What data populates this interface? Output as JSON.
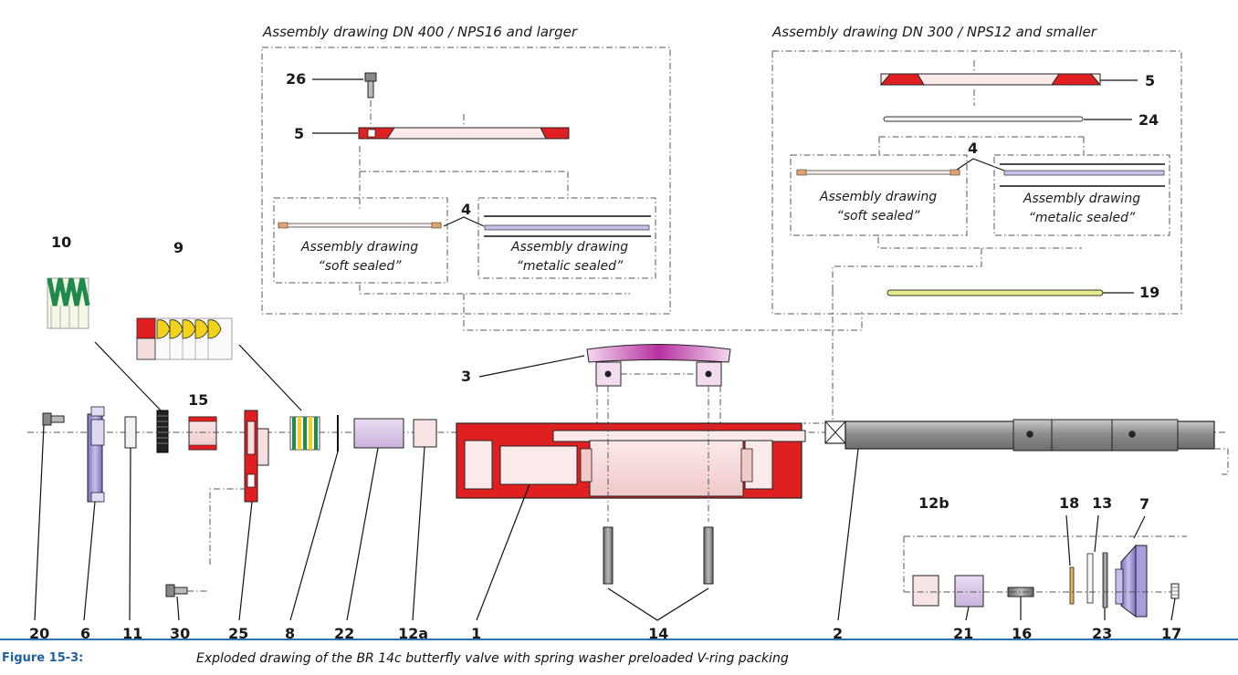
{
  "drawing": {
    "title_large": "Assembly drawing DN 400 / NPS16 and larger",
    "title_small": "Assembly drawing DN 300 / NPS12 and smaller",
    "soft_line1": "Assembly drawing",
    "soft_line2": "“soft sealed”",
    "metalic_line1": "Assembly drawing",
    "metalic_line2": "“metalic sealed”",
    "metallic_line2": "“metalic sealed”"
  },
  "parts": [
    {
      "id": "26",
      "label": "26"
    },
    {
      "id": "5a",
      "label": "5"
    },
    {
      "id": "4a",
      "label": "4"
    },
    {
      "id": "5b",
      "label": "5"
    },
    {
      "id": "24",
      "label": "24"
    },
    {
      "id": "4b",
      "label": "4"
    },
    {
      "id": "19",
      "label": "19"
    },
    {
      "id": "10",
      "label": "10"
    },
    {
      "id": "9",
      "label": "9"
    },
    {
      "id": "15",
      "label": "15"
    },
    {
      "id": "3",
      "label": "3"
    },
    {
      "id": "12b",
      "label": "12b"
    },
    {
      "id": "18",
      "label": "18"
    },
    {
      "id": "13",
      "label": "13"
    },
    {
      "id": "7",
      "label": "7"
    },
    {
      "id": "20",
      "label": "20"
    },
    {
      "id": "6",
      "label": "6"
    },
    {
      "id": "11",
      "label": "11"
    },
    {
      "id": "30",
      "label": "30"
    },
    {
      "id": "25",
      "label": "25"
    },
    {
      "id": "8",
      "label": "8"
    },
    {
      "id": "22",
      "label": "22"
    },
    {
      "id": "12a",
      "label": "12a"
    },
    {
      "id": "1",
      "label": "1"
    },
    {
      "id": "14",
      "label": "14"
    },
    {
      "id": "2",
      "label": "2"
    },
    {
      "id": "21",
      "label": "21"
    },
    {
      "id": "16",
      "label": "16"
    },
    {
      "id": "23",
      "label": "23"
    },
    {
      "id": "17",
      "label": "17"
    }
  ],
  "caption": {
    "label": "Figure 15-3:",
    "text": "Exploded drawing of the BR 14c butterfly valve with spring washer preloaded V-ring packing"
  },
  "colors": {
    "red": "#e02020",
    "pink": "#f6dede",
    "violet": "#9b8fd0",
    "magenta": "#c23aa6",
    "green": "#1f8a4c",
    "yellow": "#f2d21b",
    "steel": "#9a9a9a",
    "caption_blue": "#1f5fa8"
  }
}
